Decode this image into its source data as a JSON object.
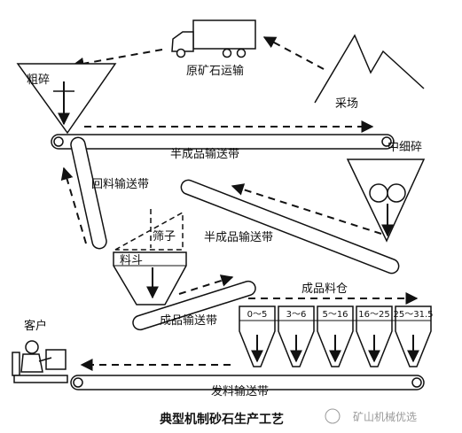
{
  "labels": {
    "coarse_crusher": "粗碎",
    "truck": "原矿石运输",
    "quarry": "采场",
    "semi_belt_top": "半成品输送带",
    "medium_fine_crusher": "中细碎",
    "return_belt": "回料输送带",
    "screen": "筛子",
    "semi_belt_middle": "半成品输送带",
    "hopper": "料斗",
    "product_bin": "成品料仓",
    "product_belt": "成品输送带",
    "customer": "客户",
    "dispatch_belt": "发料输送带"
  },
  "bins": [
    "0～5",
    "3～6",
    "5～16",
    "16～25",
    "25～31.5"
  ],
  "caption": "典型机制砂石生产工艺",
  "watermark": "矿山机械优选"
}
